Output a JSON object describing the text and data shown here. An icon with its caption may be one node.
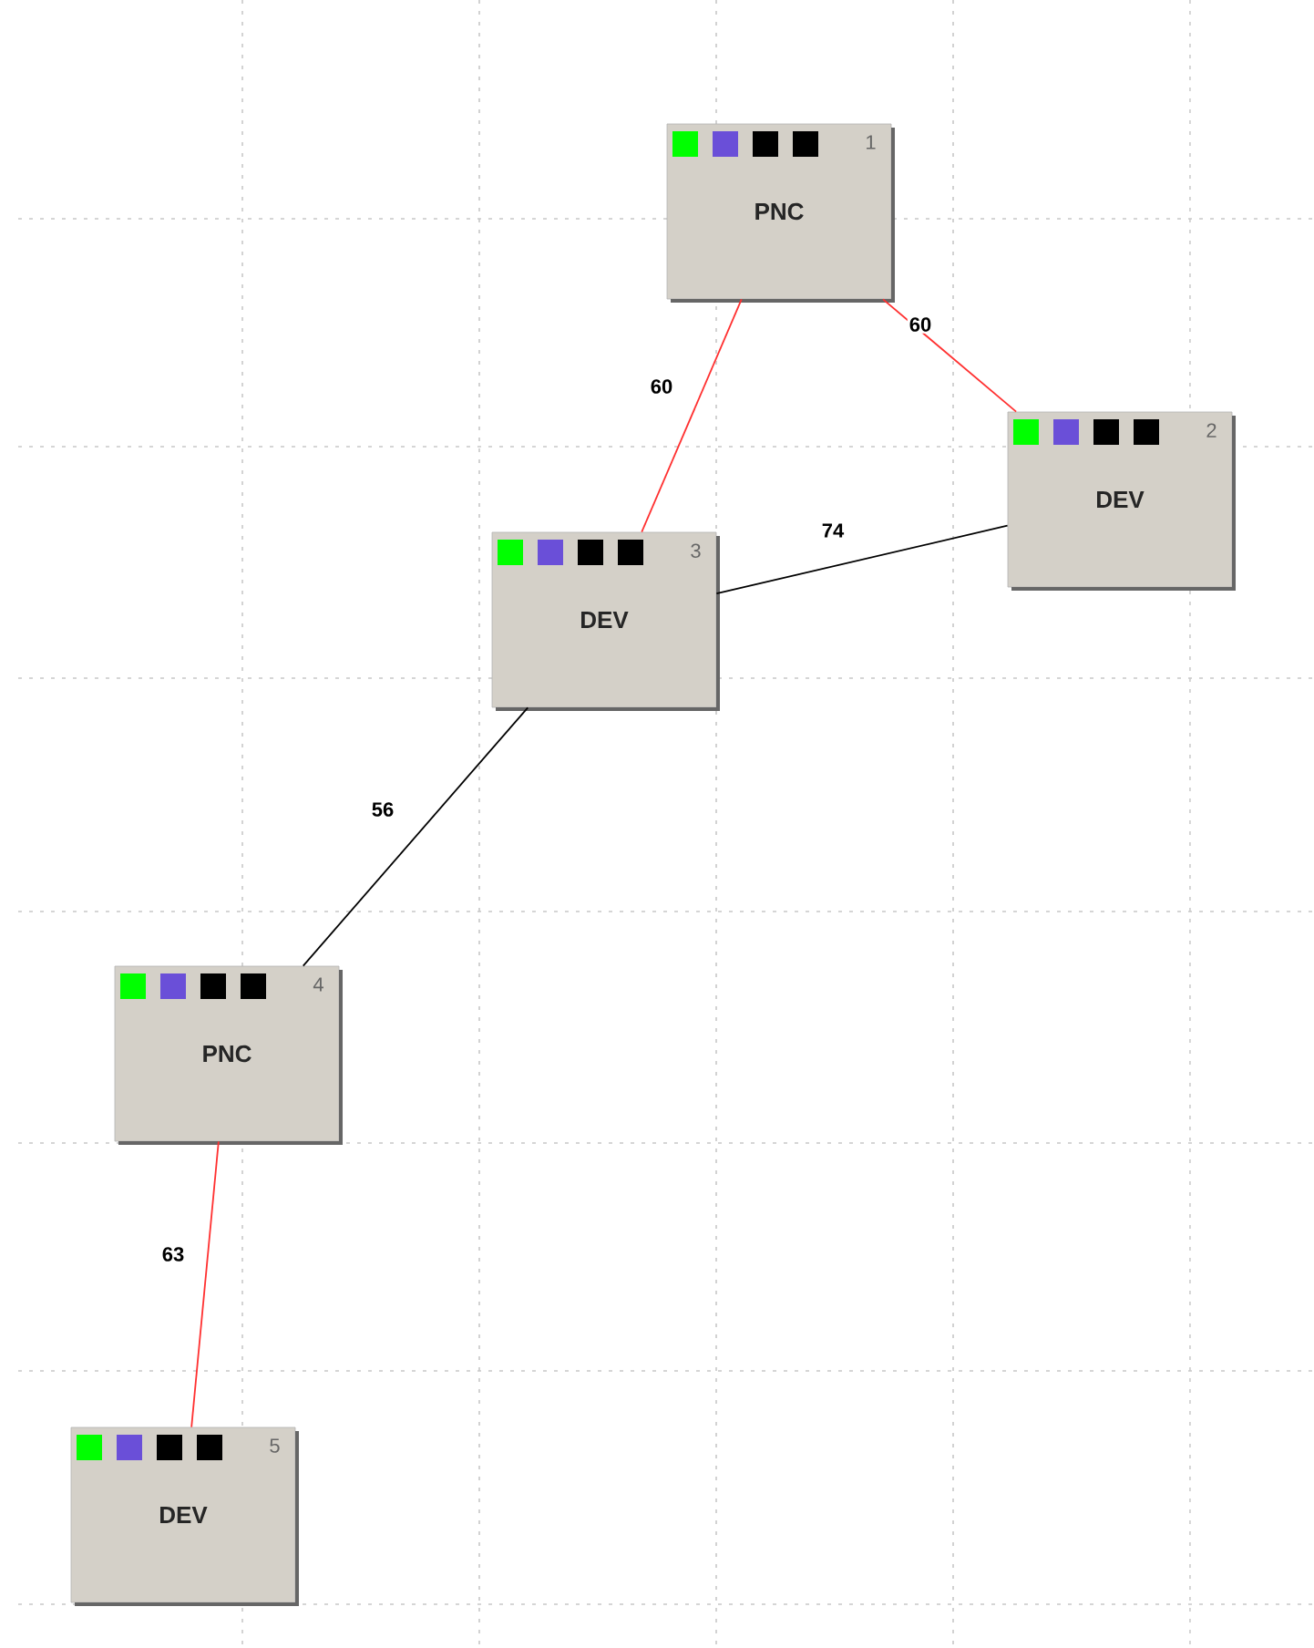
{
  "diagram": {
    "nodes": [
      {
        "text": [
          "1",
          "PNC"
        ]
      },
      {
        "text": [
          "2",
          "DEV"
        ]
      },
      {
        "text": [
          "3",
          "DEV"
        ]
      },
      {
        "text": [
          "4",
          "PNC"
        ]
      },
      {
        "text": [
          "5",
          "DEV"
        ]
      }
    ],
    "edges": [
      {
        "from": 0,
        "to": 2,
        "arrow": "none",
        "label": "60"
      },
      {
        "from": 0,
        "to": 1,
        "arrow": "none",
        "label": "60"
      },
      {
        "from": 2,
        "to": 1,
        "arrow": "none",
        "label": "74",
        "color": "#000000"
      },
      {
        "from": 2,
        "to": 3,
        "arrow": "none",
        "label": "56",
        "color": "#000000"
      },
      {
        "from": 3,
        "to": 4,
        "arrow": "none",
        "label": "63"
      }
    ]
  }
}
